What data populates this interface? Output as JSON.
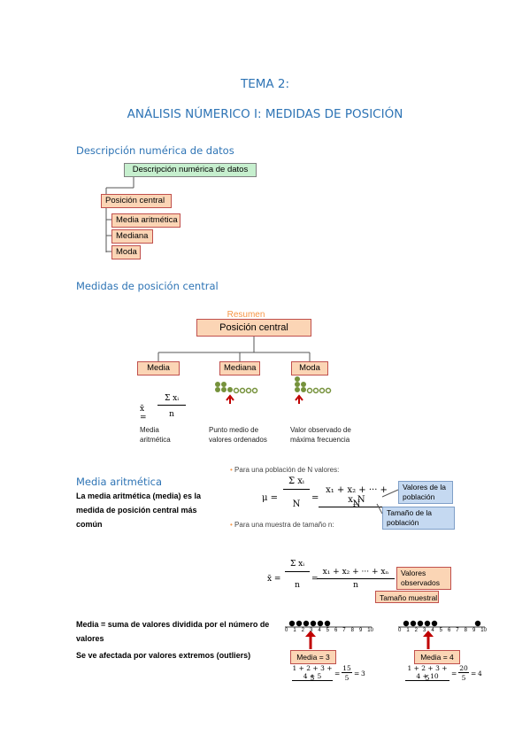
{
  "header": {
    "topic": "TEMA 2:",
    "title": "ANÁLISIS NÚMERICO I: MEDIDAS DE POSICIÓN"
  },
  "section1": {
    "heading": "Descripción numérica de datos",
    "diagram": {
      "root": "Descripción numérica de datos",
      "branch": "Posición central",
      "leaves": [
        "Media aritmética",
        "Mediana",
        "Moda"
      ]
    }
  },
  "section2": {
    "heading": "Medidas de posición central",
    "diagram": {
      "summary": "Resumen",
      "root": "Posición central",
      "items": [
        {
          "label": "Media",
          "caption": "Media\naritmética"
        },
        {
          "label": "Mediana",
          "caption": "Punto medio de\nvalores ordenados"
        },
        {
          "label": "Moda",
          "caption": "Valor observado de\nmáxima frecuencia"
        }
      ],
      "formula_lhs": "x̄ =",
      "formula_num": "Σ xᵢ",
      "formula_den": "n"
    }
  },
  "section3": {
    "heading": "Media aritmética",
    "paragraph": "La media aritmética (media) es la medida de posición central más común",
    "population_intro": "Para una población de N valores:",
    "population_lhs": "μ =",
    "population_sum_num": "Σ xᵢ",
    "population_sum_den": "N",
    "population_expanded_num": "x₁ + x₂ + ··· + x_N",
    "population_expanded_den": "N",
    "population_note1": "Valores de la población",
    "population_note2": "Tamaño de la población",
    "sample_intro": "Para una muestra de tamaño n:",
    "sample_lhs": "x̄ =",
    "sample_sum_num": "Σ xᵢ",
    "sample_sum_den": "n",
    "sample_expanded_num": "x₁ + x₂ + ··· + xₙ",
    "sample_expanded_den": "n",
    "sample_note1": "Valores observados",
    "sample_note2": "Tamaño muestral",
    "statement1": "Media = suma de valores dividida por el número de valores",
    "statement2": "Se ve afectada por valores extremos (outliers)",
    "example1": {
      "axis": [
        "0",
        "1",
        "2",
        "3",
        "4",
        "5",
        "6",
        "7",
        "8",
        "9",
        "10"
      ],
      "label": "Media = 3",
      "num": "1 + 2 + 3 + 4 + 5",
      "den": "5",
      "mid_num": "15",
      "mid_den": "5",
      "result": "3"
    },
    "example2": {
      "axis": [
        "0",
        "1",
        "2",
        "3",
        "4",
        "5",
        "6",
        "7",
        "8",
        "9",
        "10"
      ],
      "label": "Media = 4",
      "num": "1 + 2 + 3 + 4 + 10",
      "den": "5",
      "mid_num": "20",
      "mid_den": "5",
      "result": "4"
    }
  },
  "colors": {
    "heading_blue": "#2e74b5",
    "peach": "#fbd5b5",
    "green": "#c6efce",
    "light_blue": "#c5d9f1",
    "arrow_red": "#c00000",
    "summary_orange": "#f79646"
  }
}
